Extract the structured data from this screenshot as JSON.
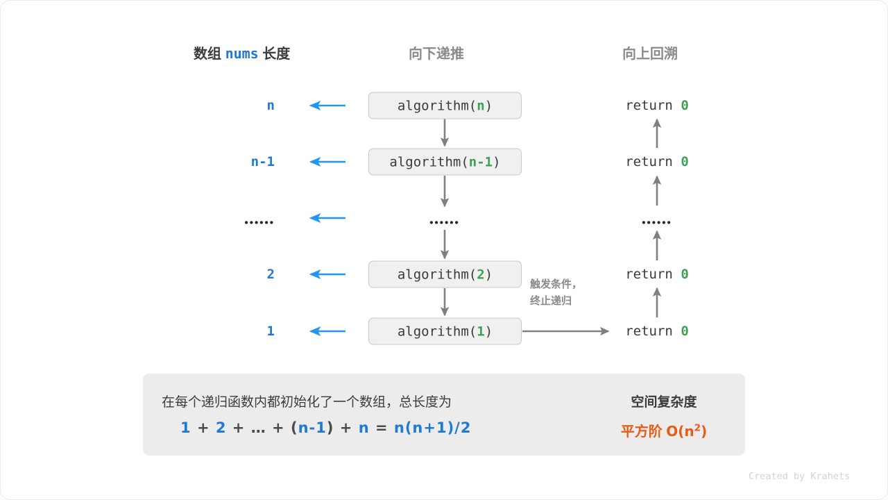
{
  "headers": {
    "left_prefix": "数组",
    "left_code": "nums",
    "left_suffix": "长度",
    "middle": "向下递推",
    "right": "向上回溯"
  },
  "rows": [
    {
      "length": "n",
      "call_prefix": "algorithm(",
      "call_arg": "n",
      "call_suffix": ")",
      "return_label": "return",
      "return_value": "0"
    },
    {
      "length": "n-1",
      "call_prefix": "algorithm(",
      "call_arg": "n-1",
      "call_suffix": ")",
      "return_label": "return",
      "return_value": "0"
    },
    {
      "length": "••••••",
      "call_prefix": "",
      "call_arg": "",
      "call_suffix": "",
      "return_label": "••••••",
      "return_value": ""
    },
    {
      "length": "2",
      "call_prefix": "algorithm(",
      "call_arg": "2",
      "call_suffix": ")",
      "return_label": "return",
      "return_value": "0"
    },
    {
      "length": "1",
      "call_prefix": "algorithm(",
      "call_arg": "1",
      "call_suffix": ")",
      "return_label": "return",
      "return_value": "0"
    }
  ],
  "note": {
    "line1": "触发条件，",
    "line2": "终止递归"
  },
  "summary": {
    "description": "在每个递归函数内都初始化了一个数组，总长度为",
    "formula": {
      "t1": "1",
      "o1": "+",
      "t2": "2",
      "o2": "+",
      "t3": "…",
      "o3": "+",
      "lparen": "(",
      "t4": "n-1",
      "rparen": ")",
      "o4": "+",
      "t5": "n",
      "eq": "=",
      "t6": "n(n+1)/2"
    },
    "title": "空间复杂度",
    "value_label": "平方阶",
    "value_big_o": "O(n",
    "value_exp": "2",
    "value_close": ")"
  },
  "watermark": "Created by Krahets",
  "colors": {
    "blue": "#1f7ad4",
    "arrow_blue": "#2196f3",
    "green": "#3f9f52",
    "orange": "#ea5c16",
    "gray_arrow": "#808080",
    "box_fill": "#f0f0f0",
    "box_border": "#c9c9c9",
    "panel_fill": "#ececec"
  }
}
